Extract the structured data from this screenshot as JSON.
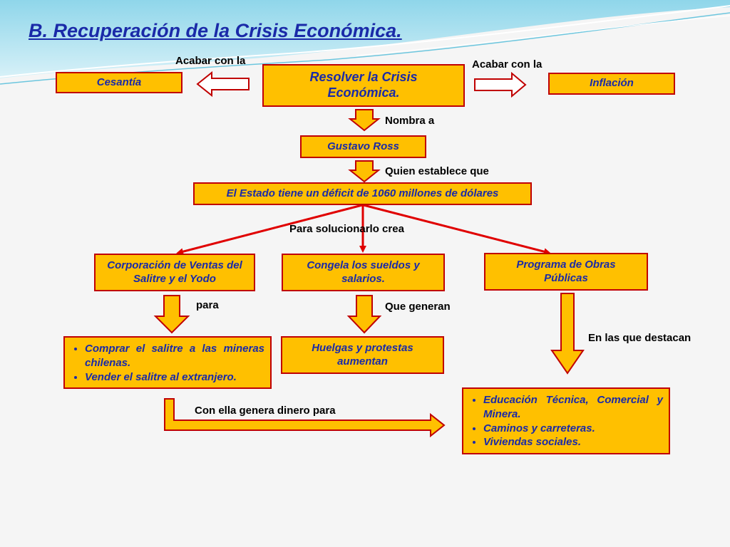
{
  "title": "B. Recuperación de la Crisis Económica.",
  "colors": {
    "box_fill": "#ffc000",
    "box_border": "#c00000",
    "text_blue": "#1a2aa8",
    "line_red": "#e00000"
  },
  "nodes": {
    "center": "Resolver la Crisis Económica.",
    "cesantia": "Cesantía",
    "inflacion": "Inflación",
    "ross": "Gustavo Ross",
    "estado": "El Estado tiene un déficit de 1060 millones de dólares",
    "corporacion": "Corporación de Ventas del Salitre y el Yodo",
    "congela": "Congela los sueldos y salarios.",
    "programa": "Programa de Obras Públicas",
    "huelgas": "Huelgas y protestas aumentan"
  },
  "lists": {
    "comprar": [
      "Comprar el salitre a las mineras chilenas.",
      "Vender el salitre al extranjero."
    ],
    "educacion": [
      "Educación Técnica, Comercial y Minera.",
      "Caminos y carreteras.",
      "Viviendas sociales."
    ]
  },
  "labels": {
    "acabar_left": "Acabar con la",
    "acabar_right": "Acabar con la",
    "nombra": "Nombra a",
    "quien": "Quien establece que",
    "solucionarlo": "Para solucionarlo crea",
    "para": "para",
    "generan": "Que generan",
    "destacan": "En las que destacan",
    "dinero": "Con ella genera dinero para"
  }
}
